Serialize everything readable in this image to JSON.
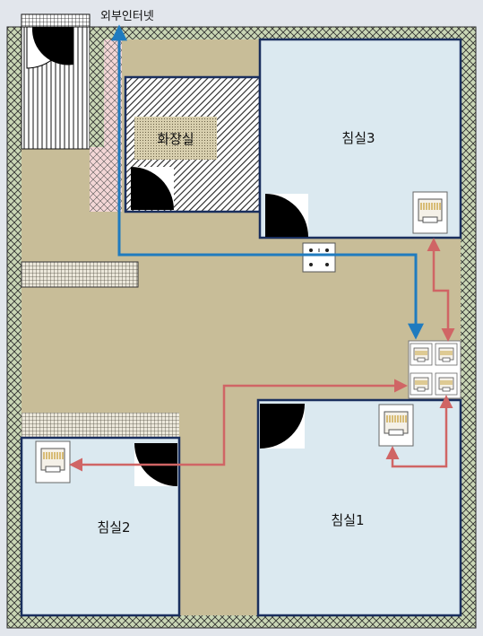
{
  "labels": {
    "external_internet": "외부인터넷",
    "bathroom": "화장실",
    "bedroom1": "침실1",
    "bedroom2": "침실2",
    "bedroom3": "침실3"
  },
  "colors": {
    "background": "#e2e6ec",
    "floor": "#c8bd98",
    "room_fill": "#dbe9f0",
    "wall_line": "#1a2f5e",
    "wall_hatch": "#c9d6b5",
    "internet_line": "#1f7bbf",
    "lan_line": "#d06565",
    "door": "#000000"
  },
  "icons": [
    "ethernet-port-icon",
    "network-switch-icon",
    "wall-outlet-icon",
    "door-swing-icon"
  ]
}
